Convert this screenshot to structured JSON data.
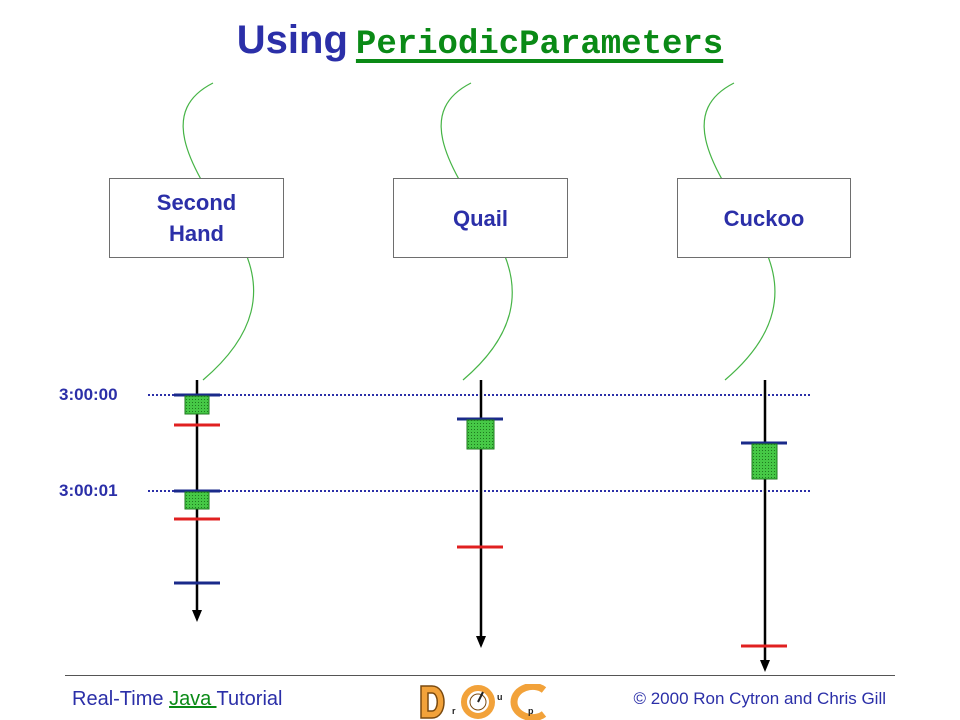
{
  "title": {
    "prefix": "Using",
    "code": "PeriodicParameters"
  },
  "boxes": [
    {
      "id": "second-hand",
      "label_lines": [
        "Second",
        "Hand"
      ]
    },
    {
      "id": "quail",
      "label_lines": [
        "Quail"
      ]
    },
    {
      "id": "cuckoo",
      "label_lines": [
        "Cuckoo"
      ]
    }
  ],
  "time_labels": [
    "3:00:00",
    "3:00:01"
  ],
  "footer": {
    "left_prefix": "Real-Time ",
    "left_link": "Java ",
    "left_suffix": "Tutorial",
    "right": "© 2000 Ron Cytron and Chris Gill",
    "logo_letters": [
      "D",
      "r",
      "O",
      "u",
      "C",
      "p"
    ]
  },
  "colors": {
    "title": "#2b2fa8",
    "code": "#0a8a16",
    "start_mark": "#1a2a8a",
    "deadline_mark": "#e02020",
    "execution_block": "#46c846",
    "connector": "#46b446"
  }
}
